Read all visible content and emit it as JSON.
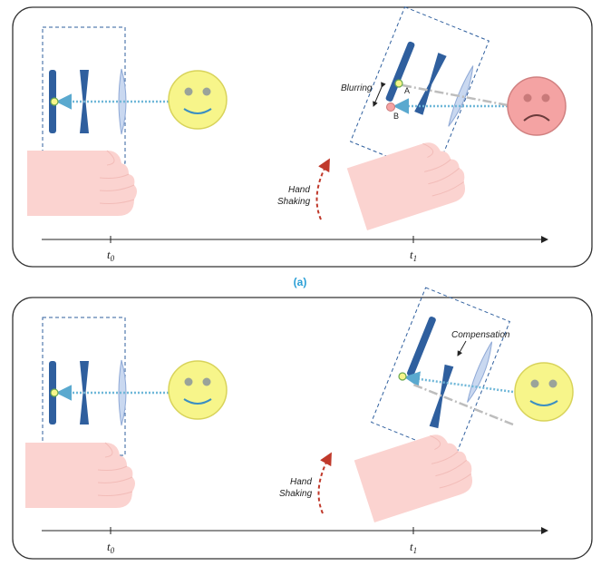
{
  "panels": [
    {
      "time_label_0": "t",
      "time_sub_0": "0",
      "time_label_1": "t",
      "time_sub_1": "1",
      "hand_label_line1": "Hand",
      "hand_label_line2": "Shaking",
      "annotation": "Blurring",
      "point_a": "A",
      "point_b": "B"
    },
    {
      "time_label_0": "t",
      "time_sub_0": "0",
      "time_label_1": "t",
      "time_sub_1": "1",
      "hand_label_line1": "Hand",
      "hand_label_line2": "Shaking",
      "annotation": "Compensation"
    }
  ],
  "caption_a": "(a)",
  "colors": {
    "lens_dark": "#2f5f9e",
    "lens_light": "#c9d8f0",
    "smiley_face": "#f7f58a",
    "sad_face": "#f4a3a3",
    "hand": "#fbd3d0",
    "ray": "#6fb7d8",
    "shake_arrow": "#c0392b"
  }
}
